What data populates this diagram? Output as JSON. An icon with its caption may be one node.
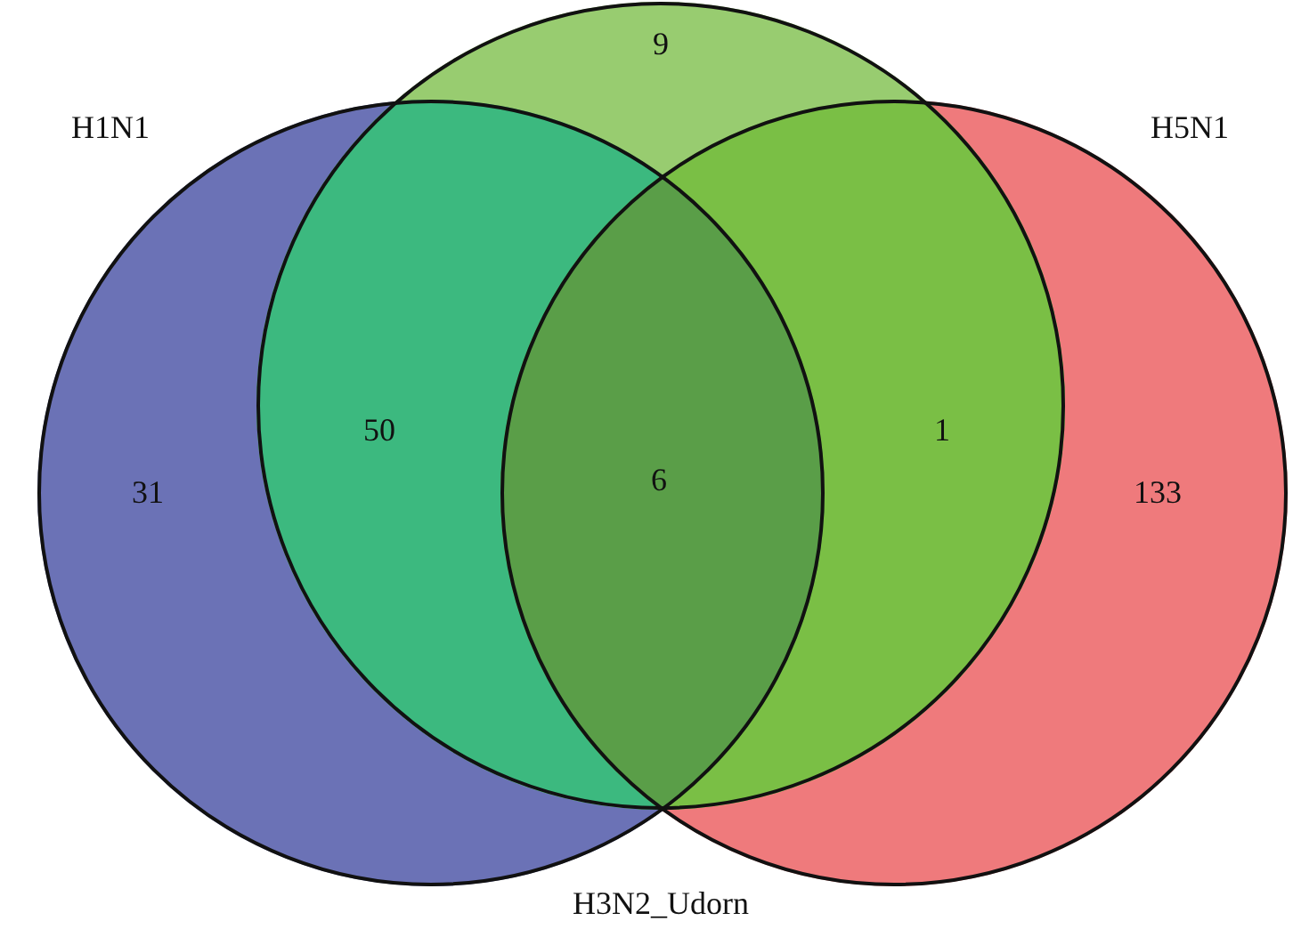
{
  "diagram": {
    "nodes": [
      {
        "text": [
          "H1N1"
        ]
      },
      {
        "text": [
          "H3N2_Udorn"
        ]
      },
      {
        "text": [
          "H5N1"
        ]
      }
    ],
    "labels": [
      "9",
      "50",
      "31",
      "6",
      "1",
      "133"
    ]
  }
}
